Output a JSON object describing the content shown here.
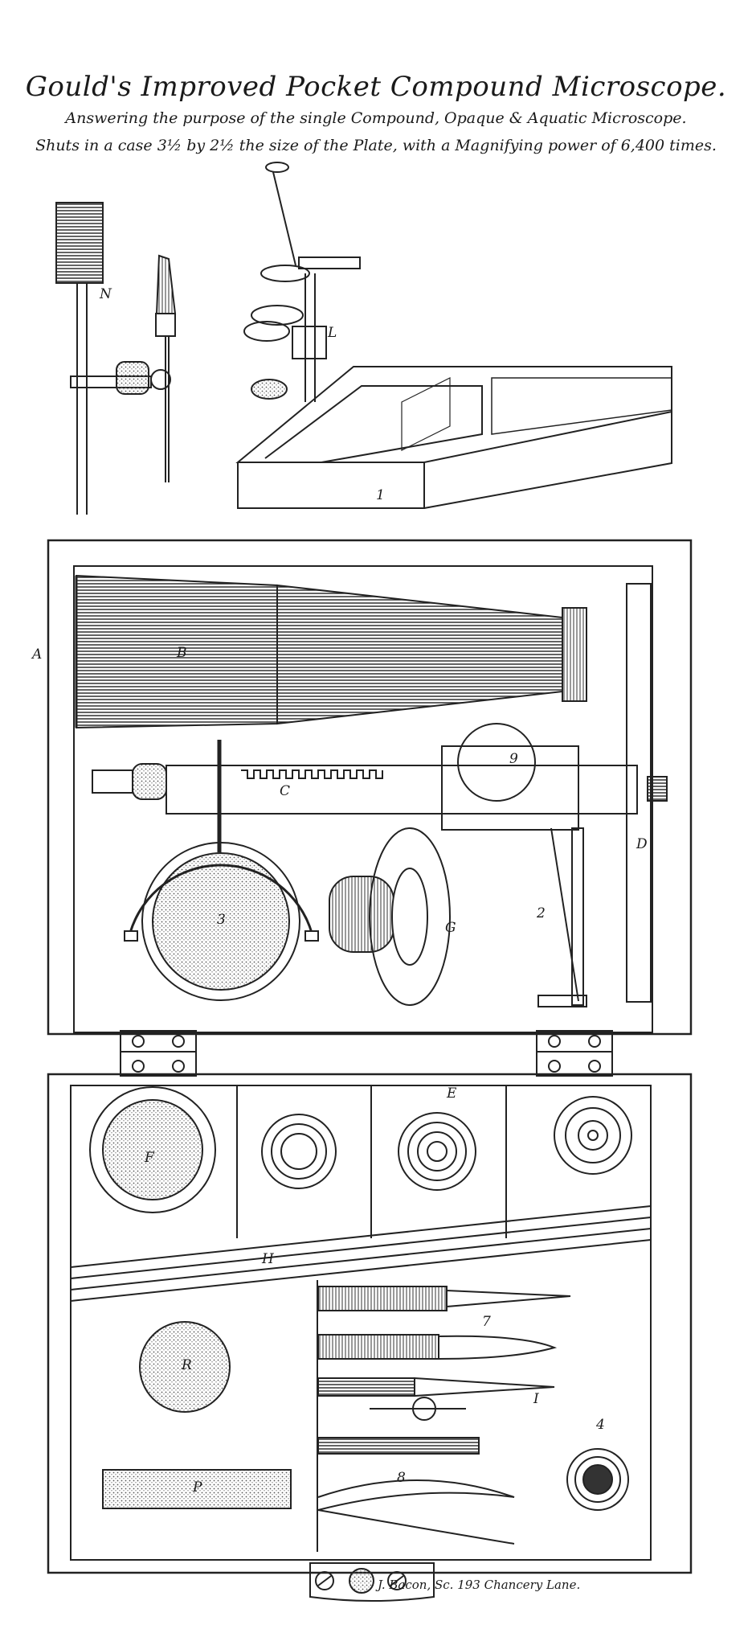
{
  "header": {
    "title": "Gould's Improved Pocket Compound Microscope.",
    "subtitle": "Answering the purpose of the single Compound, Opaque & Aquatic Microscope.",
    "description": "Shuts in a case 3½ by 2½ the size of the Plate, with a Magnifying power of 6,400 times."
  },
  "labels": {
    "N": "N",
    "L": "L",
    "one": "1",
    "A": "A",
    "B": "B",
    "C": "C",
    "nine": "9",
    "D": "D",
    "three": "3",
    "G": "G",
    "two": "2",
    "E": "E",
    "F": "F",
    "H": "H",
    "seven": "7",
    "R": "R",
    "I": "I",
    "four": "4",
    "P": "P",
    "eight": "8"
  },
  "credit": "J. Bacon, Sc. 193 Chancery Lane."
}
